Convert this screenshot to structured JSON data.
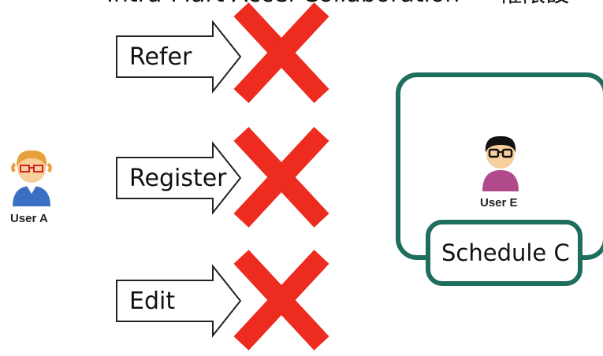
{
  "title": "Intra-Mart Accel Collaboration — 権限設",
  "actions": [
    {
      "label": "Refer",
      "status": "denied"
    },
    {
      "label": "Register",
      "status": "denied"
    },
    {
      "label": "Edit",
      "status": "denied"
    }
  ],
  "users": {
    "user_a": {
      "label": "User A",
      "icon": "user-avatar-icon"
    },
    "user_e": {
      "label": "User E",
      "icon": "user-avatar-icon"
    }
  },
  "schedule": {
    "label": "Schedule C"
  },
  "colors": {
    "cross": "#ee2b1f",
    "frame": "#1e6e5e",
    "arrow_stroke": "#222222",
    "user_a_shirt": "#3a6fc4",
    "user_a_hair": "#e8a13a",
    "user_e_shirt": "#b04a8a",
    "user_e_hair": "#111111",
    "skin": "#f7cf9c",
    "glasses": "#d42020"
  }
}
